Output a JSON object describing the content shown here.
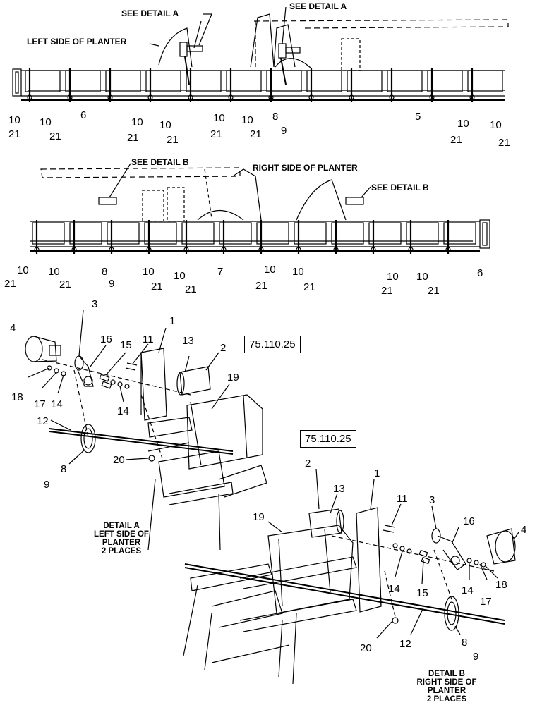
{
  "captions": {
    "see_detail_a_1": "SEE DETAIL A",
    "see_detail_a_2": "SEE DETAIL A",
    "left_side": "LEFT SIDE OF PLANTER",
    "see_detail_b_1": "SEE DETAIL B",
    "right_side": "RIGHT SIDE OF PLANTER",
    "see_detail_b_2": "SEE DETAIL B"
  },
  "reference_boxes": [
    "75.110.25",
    "75.110.25"
  ],
  "detail_a": [
    "DETAIL A",
    "LEFT SIDE OF",
    "PLANTER",
    "2 PLACES"
  ],
  "detail_b": [
    "DETAIL B",
    "RIGHT SIDE OF",
    "PLANTER",
    "2 PLACES"
  ],
  "top_callouts": [
    "10",
    "21",
    "10",
    "21",
    "6",
    "10",
    "21",
    "10",
    "21",
    "10",
    "21",
    "10",
    "21",
    "8",
    "9",
    "5",
    "10",
    "21",
    "10",
    "21"
  ],
  "mid_callouts": [
    "10",
    "21",
    "10",
    "21",
    "8",
    "9",
    "10",
    "21",
    "10",
    "21",
    "7",
    "10",
    "21",
    "10",
    "21",
    "10",
    "21",
    "10",
    "21",
    "6"
  ],
  "detail_a_callouts": [
    "4",
    "3",
    "16",
    "15",
    "11",
    "1",
    "13",
    "2",
    "18",
    "17",
    "14",
    "14",
    "19",
    "12",
    "20",
    "8",
    "9"
  ],
  "detail_b_callouts": [
    "2",
    "13",
    "1",
    "11",
    "3",
    "16",
    "4",
    "19",
    "14",
    "15",
    "14",
    "17",
    "18",
    "12",
    "20",
    "8",
    "9"
  ]
}
